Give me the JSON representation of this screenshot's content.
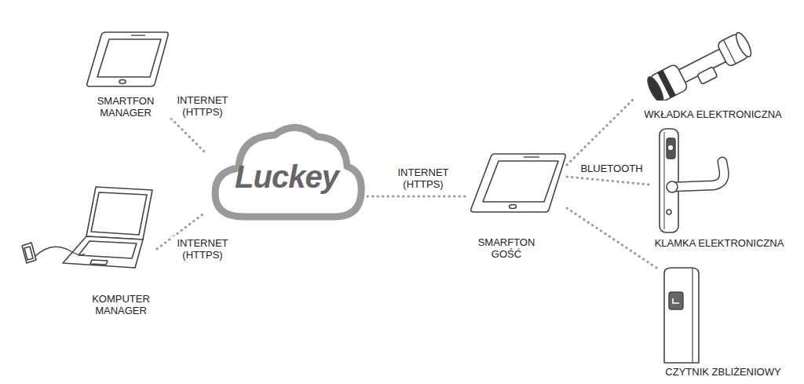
{
  "diagram": {
    "nodes": [
      {
        "text": [
          "SMARTFON MANAGER"
        ]
      },
      {
        "text": [
          "KOMPUTER MANAGER"
        ]
      },
      {
        "text": [
          "Luckey"
        ]
      },
      {
        "text": [
          "SMARFTON GOŚĆ"
        ]
      },
      {
        "text": [
          "WKŁADKA ELEKTRONICZNA"
        ]
      },
      {
        "text": [
          "KLAMKA ELEKTRONICZNA"
        ]
      },
      {
        "text": [
          "CZYTNIK ZBLIŻENIOWY"
        ]
      }
    ],
    "edges": [
      {
        "from": 0,
        "to": 2,
        "label": "INTERNET (HTTPS)",
        "arrow": "none"
      },
      {
        "from": 1,
        "to": 2,
        "label": "INTERNET (HTTPS)",
        "arrow": "none"
      },
      {
        "from": 2,
        "to": 3,
        "label": "INTERNET (HTTPS)",
        "arrow": "none"
      },
      {
        "from": 3,
        "to": 4,
        "arrow": "none"
      },
      {
        "from": 3,
        "to": 5,
        "label": "BLUETOOTH",
        "arrow": "none"
      },
      {
        "from": 3,
        "to": 6,
        "arrow": "none"
      }
    ]
  }
}
